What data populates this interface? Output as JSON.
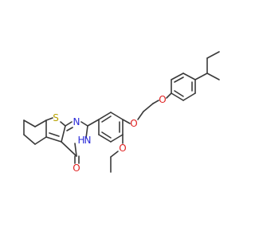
{
  "structure": {
    "atom_labels": {
      "S": "S",
      "N": "N",
      "NH_N": "N",
      "NH_H": "H",
      "O_carbonyl": "O",
      "O_ether1": "O",
      "O_ether2": "O",
      "O_ethoxy": "O"
    },
    "colors": {
      "bond": "#3a3a3a",
      "sulfur": "#b8a200",
      "nitrogen": "#2a2ad8",
      "oxygen": "#e02020"
    }
  }
}
